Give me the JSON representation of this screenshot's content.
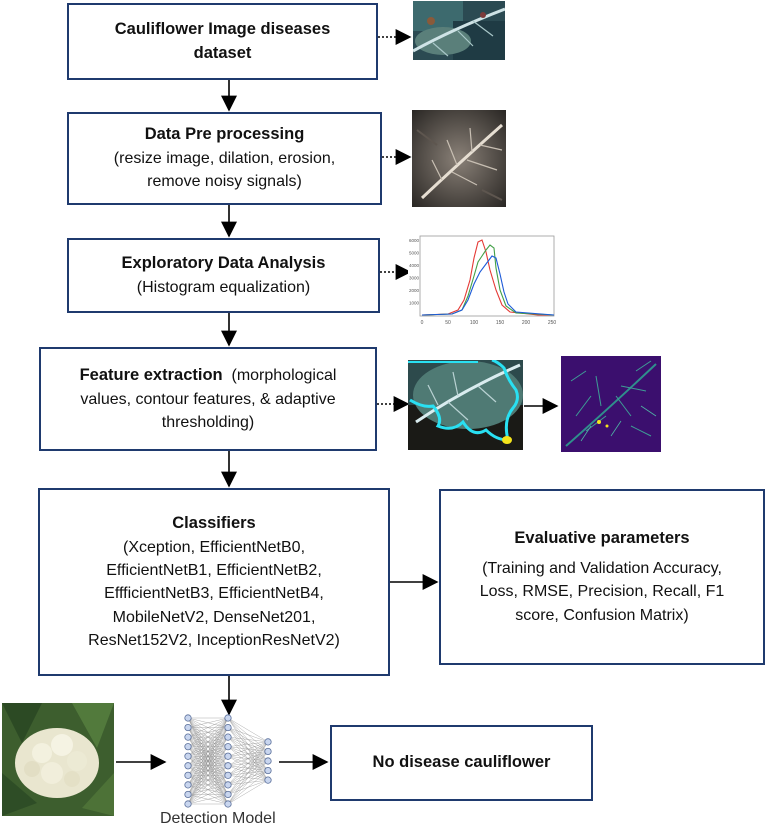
{
  "boxes": {
    "dataset": {
      "title": "Cauliflower Image diseases",
      "title2": "dataset"
    },
    "preprocessing": {
      "title": "Data Pre processing",
      "line1": "(resize image, dilation, erosion,",
      "line2": "remove noisy signals)"
    },
    "eda": {
      "title": "Exploratory Data Analysis",
      "line1": "(Histogram equalization)"
    },
    "feature": {
      "title": "Feature extraction",
      "line1rest": "(morphological",
      "line2": "values, contour features, & adaptive",
      "line3": "thresholding)"
    },
    "classifiers": {
      "title": "Classifiers",
      "line1": "(Xception, EfficientNetB0,",
      "line2": "EfficientNetB1, EfficientNetB2,",
      "line3": "EffficientNetB3, EfficientNetB4,",
      "line4": "MobileNetV2, DenseNet201,",
      "line5": "ResNet152V2, InceptionResNetV2)"
    },
    "evaluation": {
      "title": "Evaluative parameters",
      "line1": "(Training and Validation Accuracy,",
      "line2": "Loss, RMSE, Precision, Recall, F1",
      "line3": "score, Confusion Matrix)"
    },
    "result": {
      "title": "No disease cauliflower"
    }
  },
  "detection_caption": "Detection Model",
  "histogram": {
    "x_ticks": [
      "0",
      "50",
      "100",
      "150",
      "200",
      "250"
    ],
    "y_ticks": [
      "1000",
      "2000",
      "3000",
      "4000",
      "5000",
      "6000"
    ],
    "series_colors": [
      "#e53935",
      "#43a047",
      "#1e5bd8"
    ]
  },
  "colors": {
    "border": "#1f3a6e",
    "arrow": "#000000",
    "contour": "#29e0f2",
    "heatmap_bg": "#3b0f6e"
  }
}
